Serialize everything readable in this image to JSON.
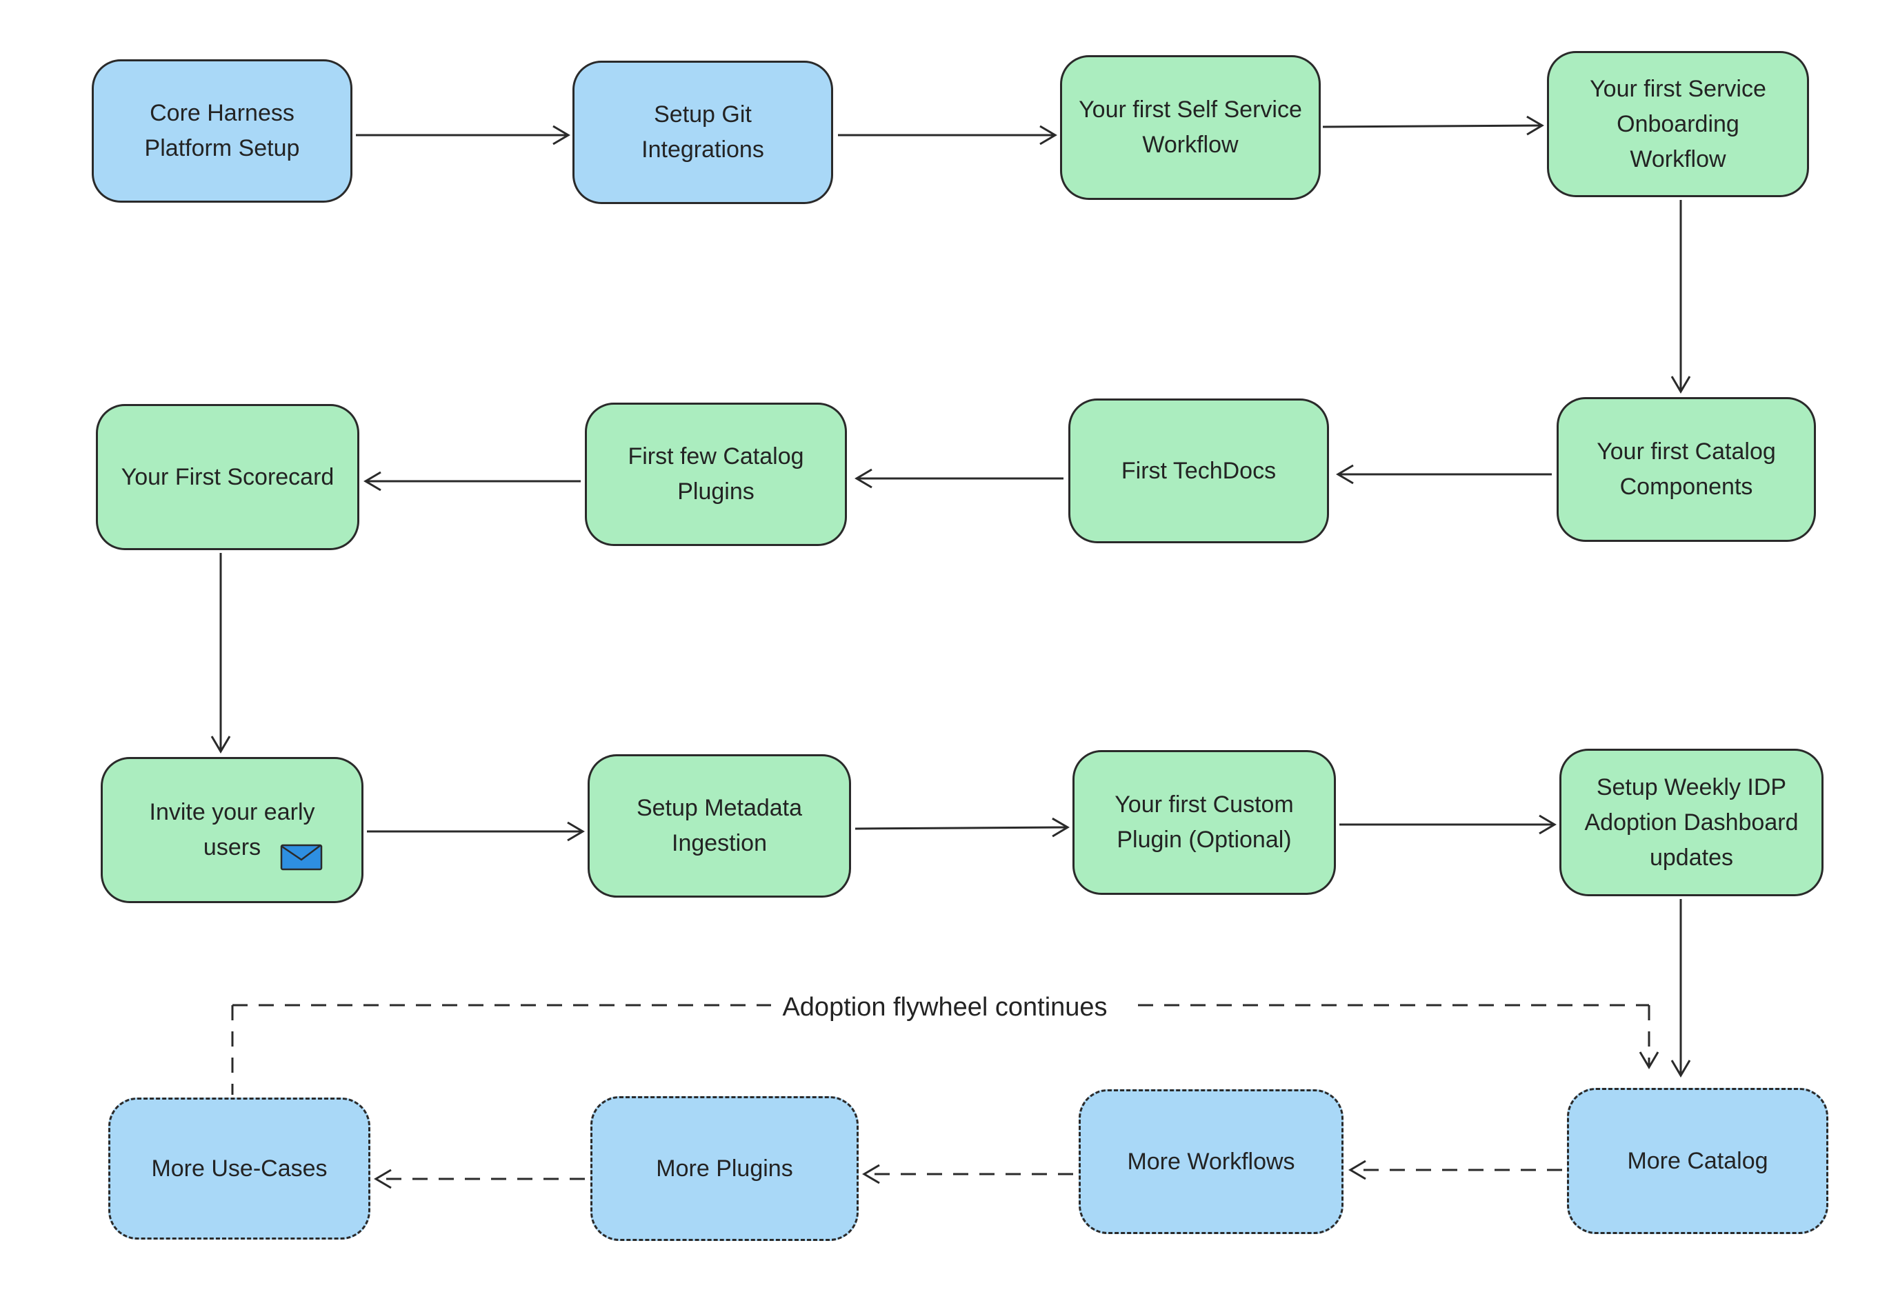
{
  "diagram_title": "IDP adoption flywheel flowchart",
  "colors": {
    "node_blue": "#a9d8f7",
    "node_green": "#abedbf",
    "envelope_blue": "#2e8fe2",
    "stroke": "#2a2a2a",
    "background": "#ffffff"
  },
  "nodes": [
    {
      "id": "core-harness",
      "label": "Core Harness\nPlatform Setup",
      "fill": "blue",
      "border": "solid"
    },
    {
      "id": "git-integrations",
      "label": "Setup Git\nIntegrations",
      "fill": "blue",
      "border": "solid"
    },
    {
      "id": "self-service",
      "label": "Your first Self Service\nWorkflow",
      "fill": "green",
      "border": "solid"
    },
    {
      "id": "service-onboarding",
      "label": "Your first Service\nOnboarding\nWorkflow",
      "fill": "green",
      "border": "solid"
    },
    {
      "id": "catalog-components",
      "label": "Your first Catalog\nComponents",
      "fill": "green",
      "border": "solid"
    },
    {
      "id": "first-techdocs",
      "label": "First TechDocs",
      "fill": "green",
      "border": "solid"
    },
    {
      "id": "catalog-plugins",
      "label": "First few Catalog\nPlugins",
      "fill": "green",
      "border": "solid"
    },
    {
      "id": "first-scorecard",
      "label": "Your First Scorecard",
      "fill": "green",
      "border": "solid"
    },
    {
      "id": "invite-users",
      "label": "Invite your early\nusers",
      "fill": "green",
      "border": "solid"
    },
    {
      "id": "metadata-ingestion",
      "label": "Setup Metadata\nIngestion",
      "fill": "green",
      "border": "solid"
    },
    {
      "id": "custom-plugin",
      "label": "Your first Custom\nPlugin (Optional)",
      "fill": "green",
      "border": "solid"
    },
    {
      "id": "idp-dashboard",
      "label": "Setup Weekly IDP\nAdoption Dashboard\nupdates",
      "fill": "green",
      "border": "solid"
    },
    {
      "id": "more-catalog",
      "label": "More Catalog",
      "fill": "blue",
      "border": "dashed"
    },
    {
      "id": "more-workflows",
      "label": "More Workflows",
      "fill": "blue",
      "border": "dashed"
    },
    {
      "id": "more-plugins",
      "label": "More Plugins",
      "fill": "blue",
      "border": "dashed"
    },
    {
      "id": "more-use-cases",
      "label": "More Use-Cases",
      "fill": "blue",
      "border": "dashed"
    }
  ],
  "annotations": {
    "flywheel": "Adoption flywheel continues"
  },
  "edges": [
    {
      "from": "core-harness",
      "to": "git-integrations",
      "style": "solid"
    },
    {
      "from": "git-integrations",
      "to": "self-service",
      "style": "solid"
    },
    {
      "from": "self-service",
      "to": "service-onboarding",
      "style": "solid"
    },
    {
      "from": "service-onboarding",
      "to": "catalog-components",
      "style": "solid"
    },
    {
      "from": "catalog-components",
      "to": "first-techdocs",
      "style": "solid"
    },
    {
      "from": "first-techdocs",
      "to": "catalog-plugins",
      "style": "solid"
    },
    {
      "from": "catalog-plugins",
      "to": "first-scorecard",
      "style": "solid"
    },
    {
      "from": "first-scorecard",
      "to": "invite-users",
      "style": "solid"
    },
    {
      "from": "invite-users",
      "to": "metadata-ingestion",
      "style": "solid"
    },
    {
      "from": "metadata-ingestion",
      "to": "custom-plugin",
      "style": "solid"
    },
    {
      "from": "custom-plugin",
      "to": "idp-dashboard",
      "style": "solid"
    },
    {
      "from": "idp-dashboard",
      "to": "more-catalog",
      "style": "solid"
    },
    {
      "from": "more-catalog",
      "to": "more-workflows",
      "style": "dashed"
    },
    {
      "from": "more-workflows",
      "to": "more-plugins",
      "style": "dashed"
    },
    {
      "from": "more-plugins",
      "to": "more-use-cases",
      "style": "dashed"
    },
    {
      "from": "more-use-cases",
      "to": "more-catalog",
      "style": "dashed",
      "label": "Adoption flywheel continues"
    }
  ]
}
